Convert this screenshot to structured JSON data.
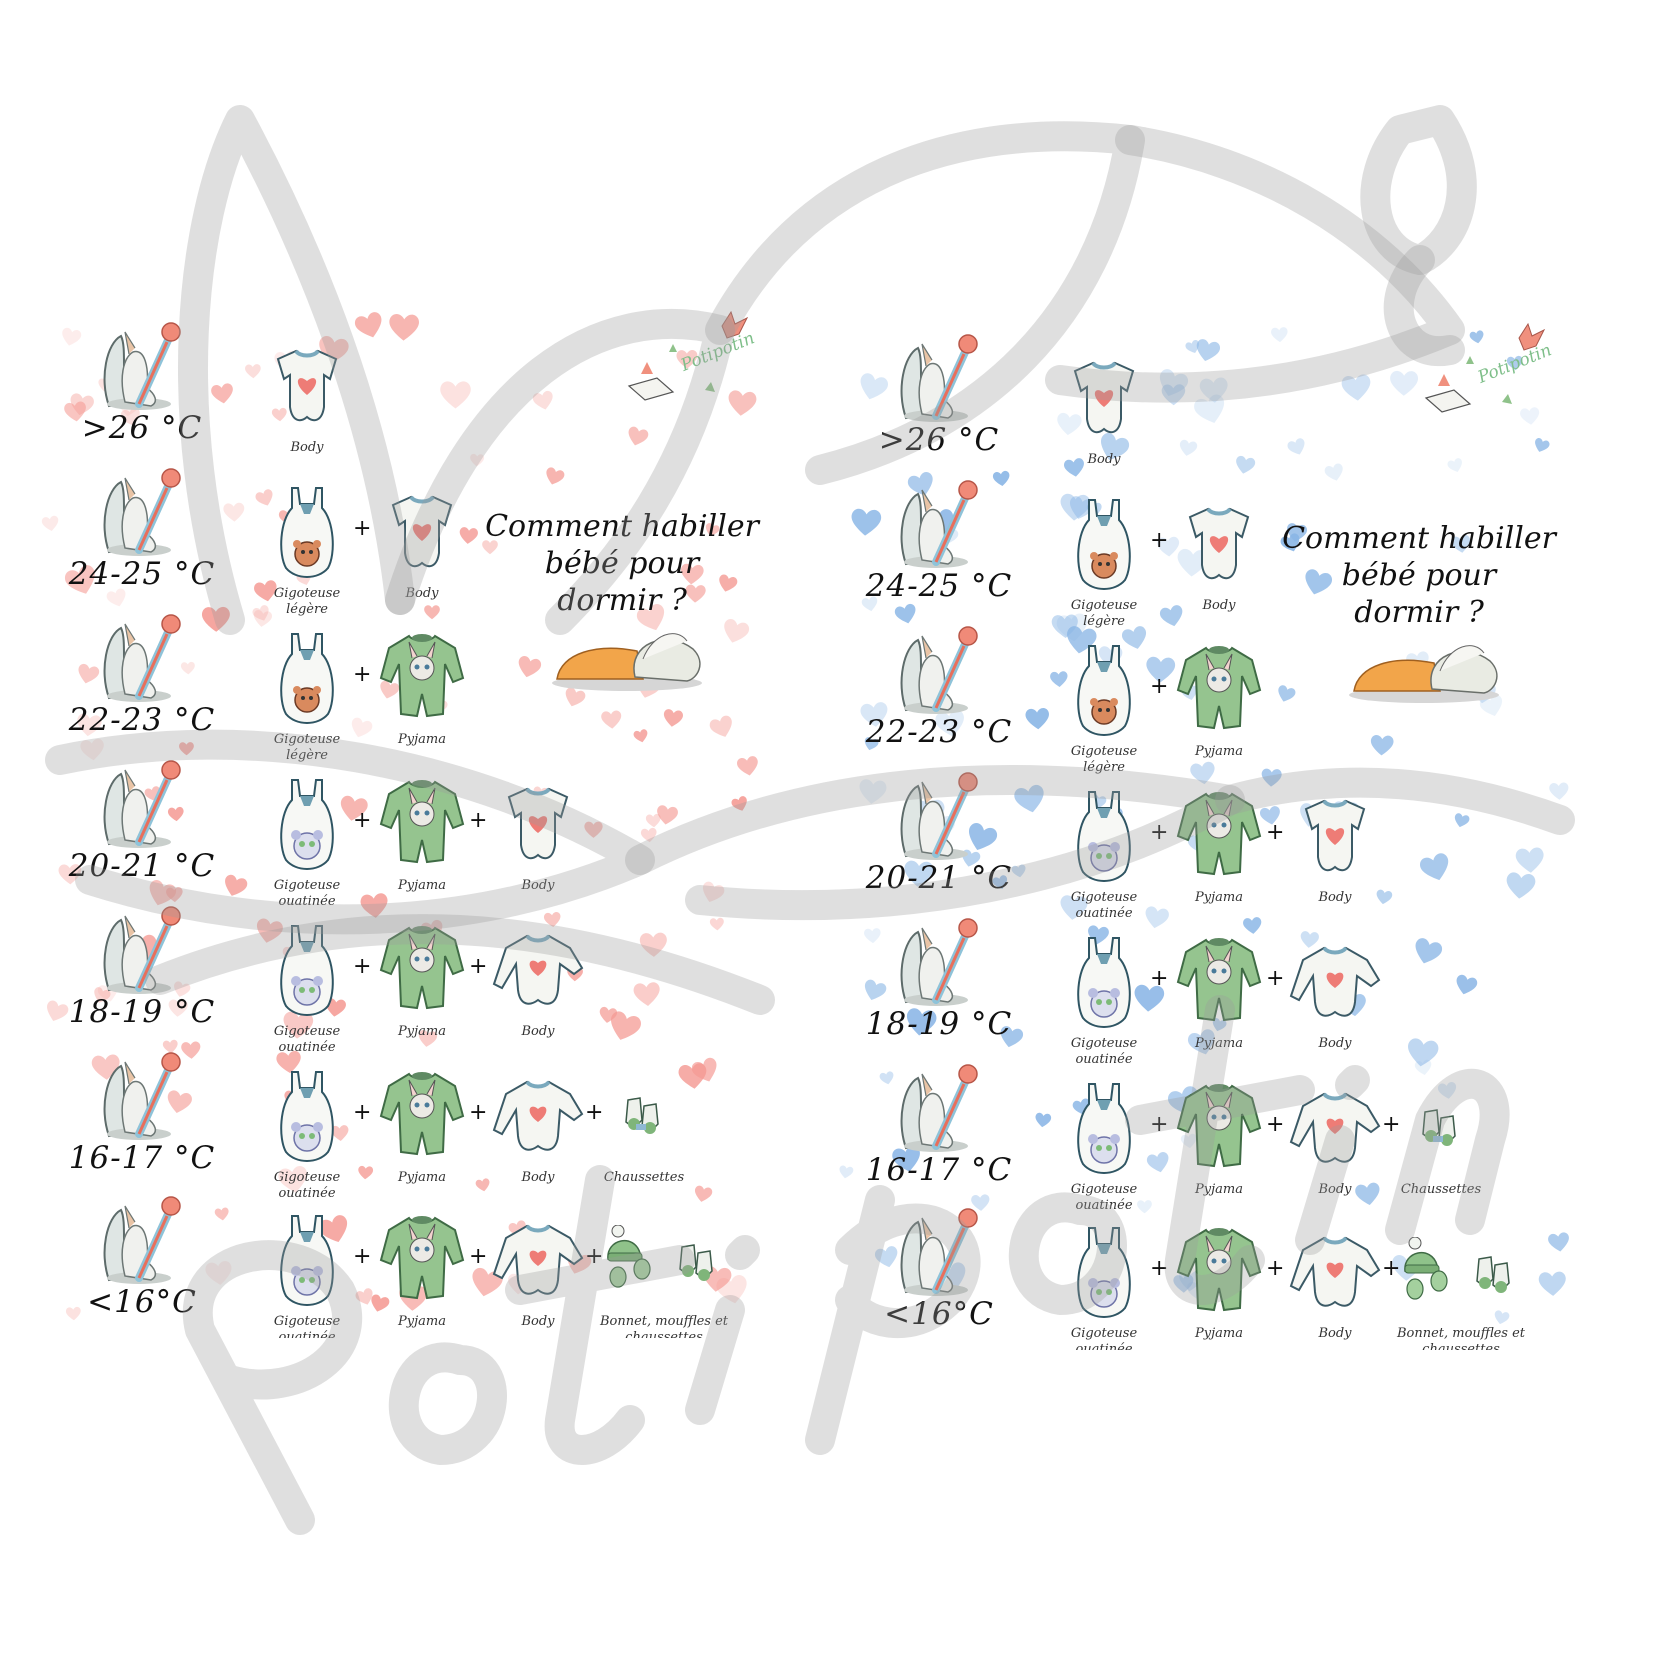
{
  "title": "Comment habiller bébé pour dormir ?",
  "title_lines": [
    "Comment habiller",
    "bébé pour",
    "dormir ?"
  ],
  "logo_text": "Potipotin",
  "watermark": "Potipotin",
  "posters": [
    {
      "theme": "pink",
      "heart_color": "#f59a94"
    },
    {
      "theme": "blue",
      "heart_color": "#8ab6e6"
    }
  ],
  "rows": [
    {
      "temp": ">26 °C",
      "items": [
        {
          "label": "Body",
          "icon": "body"
        }
      ]
    },
    {
      "temp": "24-25 °C",
      "items": [
        {
          "label": "Gigoteuse légère",
          "icon": "gigoteuse-legere"
        },
        {
          "label": "Body",
          "icon": "body"
        }
      ]
    },
    {
      "temp": "22-23 °C",
      "items": [
        {
          "label": "Gigoteuse légère",
          "icon": "gigoteuse-legere"
        },
        {
          "label": "Pyjama",
          "icon": "pyjama"
        }
      ]
    },
    {
      "temp": "20-21 °C",
      "items": [
        {
          "label": "Gigoteuse ouatinée",
          "icon": "gigoteuse-ouatinee"
        },
        {
          "label": "Pyjama",
          "icon": "pyjama"
        },
        {
          "label": "Body",
          "icon": "body"
        }
      ]
    },
    {
      "temp": "18-19 °C",
      "items": [
        {
          "label": "Gigoteuse ouatinée",
          "icon": "gigoteuse-ouatinee"
        },
        {
          "label": "Pyjama",
          "icon": "pyjama"
        },
        {
          "label": "Body",
          "icon": "body-long"
        }
      ]
    },
    {
      "temp": "16-17 °C",
      "items": [
        {
          "label": "Gigoteuse ouatinée",
          "icon": "gigoteuse-ouatinee"
        },
        {
          "label": "Pyjama",
          "icon": "pyjama"
        },
        {
          "label": "Body",
          "icon": "body-long"
        },
        {
          "label": "Chaussettes",
          "icon": "chaussettes"
        }
      ]
    },
    {
      "temp": "<16°C",
      "items": [
        {
          "label": "Gigoteuse ouatinée",
          "icon": "gigoteuse-ouatinee"
        },
        {
          "label": "Pyjama",
          "icon": "pyjama"
        },
        {
          "label": "Body",
          "icon": "body-long"
        },
        {
          "label": "Bonnet, mouffles et chaussettes",
          "icon": "bonnet-mouffles-chaussettes"
        }
      ]
    }
  ],
  "plus_sign": "+"
}
